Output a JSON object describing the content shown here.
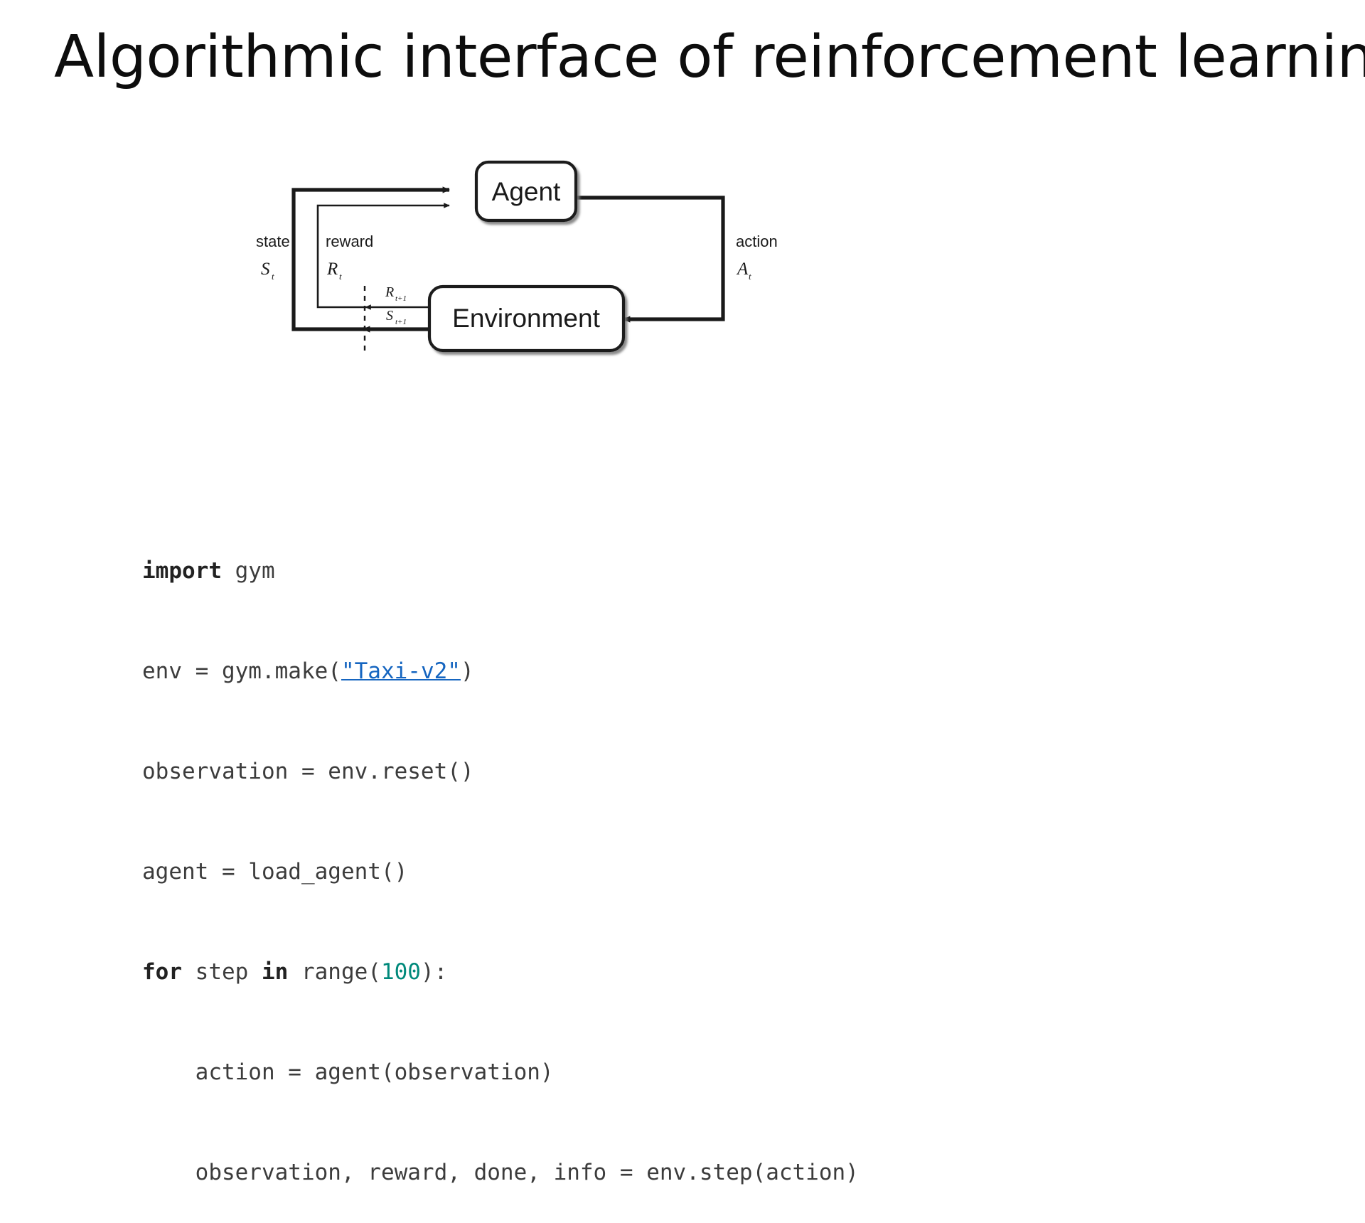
{
  "slide": {
    "title": "Algorithmic interface of reinforcement learning",
    "background": "#ffffff"
  },
  "diagram": {
    "name": "agent-environment-interaction-loop",
    "nodes": [
      {
        "id": "agent",
        "label": "Agent"
      },
      {
        "id": "environment",
        "label": "Environment"
      }
    ],
    "edges": [
      {
        "id": "state",
        "word": "state",
        "symbol": "S",
        "subscript": "t"
      },
      {
        "id": "reward",
        "word": "reward",
        "symbol": "R",
        "subscript": "t"
      },
      {
        "id": "action",
        "word": "action",
        "symbol": "A",
        "subscript": "t"
      },
      {
        "id": "next-reward",
        "word": "",
        "symbol": "R",
        "subscript": "t+1"
      },
      {
        "id": "next-state",
        "word": "",
        "symbol": "S",
        "subscript": "t+1"
      }
    ],
    "stroke_color": "#1a1a1a"
  },
  "code": {
    "language": "python",
    "link_color": "#1565c0",
    "number_color": "#00897b",
    "keyword_color": "#222222",
    "lines": [
      {
        "text": "import gym",
        "keywords": [
          "import"
        ]
      },
      {
        "text": "env = gym.make(\"Taxi-v2\")",
        "link": "\"Taxi-v2\""
      },
      {
        "text": "observation = env.reset()"
      },
      {
        "text": "agent = load_agent()"
      },
      {
        "text": "for step in range(100):",
        "keywords": [
          "for",
          "in"
        ],
        "number": "100"
      },
      {
        "text": "    action = agent(observation)"
      },
      {
        "text": "    observation, reward, done, info = env.step(action)"
      }
    ],
    "tokens": {
      "l1_kw": "import",
      "l1_rest": " gym",
      "l2_a": "env = gym.make(",
      "l2_link": "\"Taxi-v2\"",
      "l2_b": ")",
      "l3": "observation = env.reset()",
      "l4": "agent = load_agent()",
      "l5_kw1": "for",
      "l5_a": " step ",
      "l5_kw2": "in",
      "l5_b": " range(",
      "l5_num": "100",
      "l5_c": "):",
      "l6": "    action = agent(observation)",
      "l7": "    observation, reward, done, info = env.step(action)"
    }
  }
}
